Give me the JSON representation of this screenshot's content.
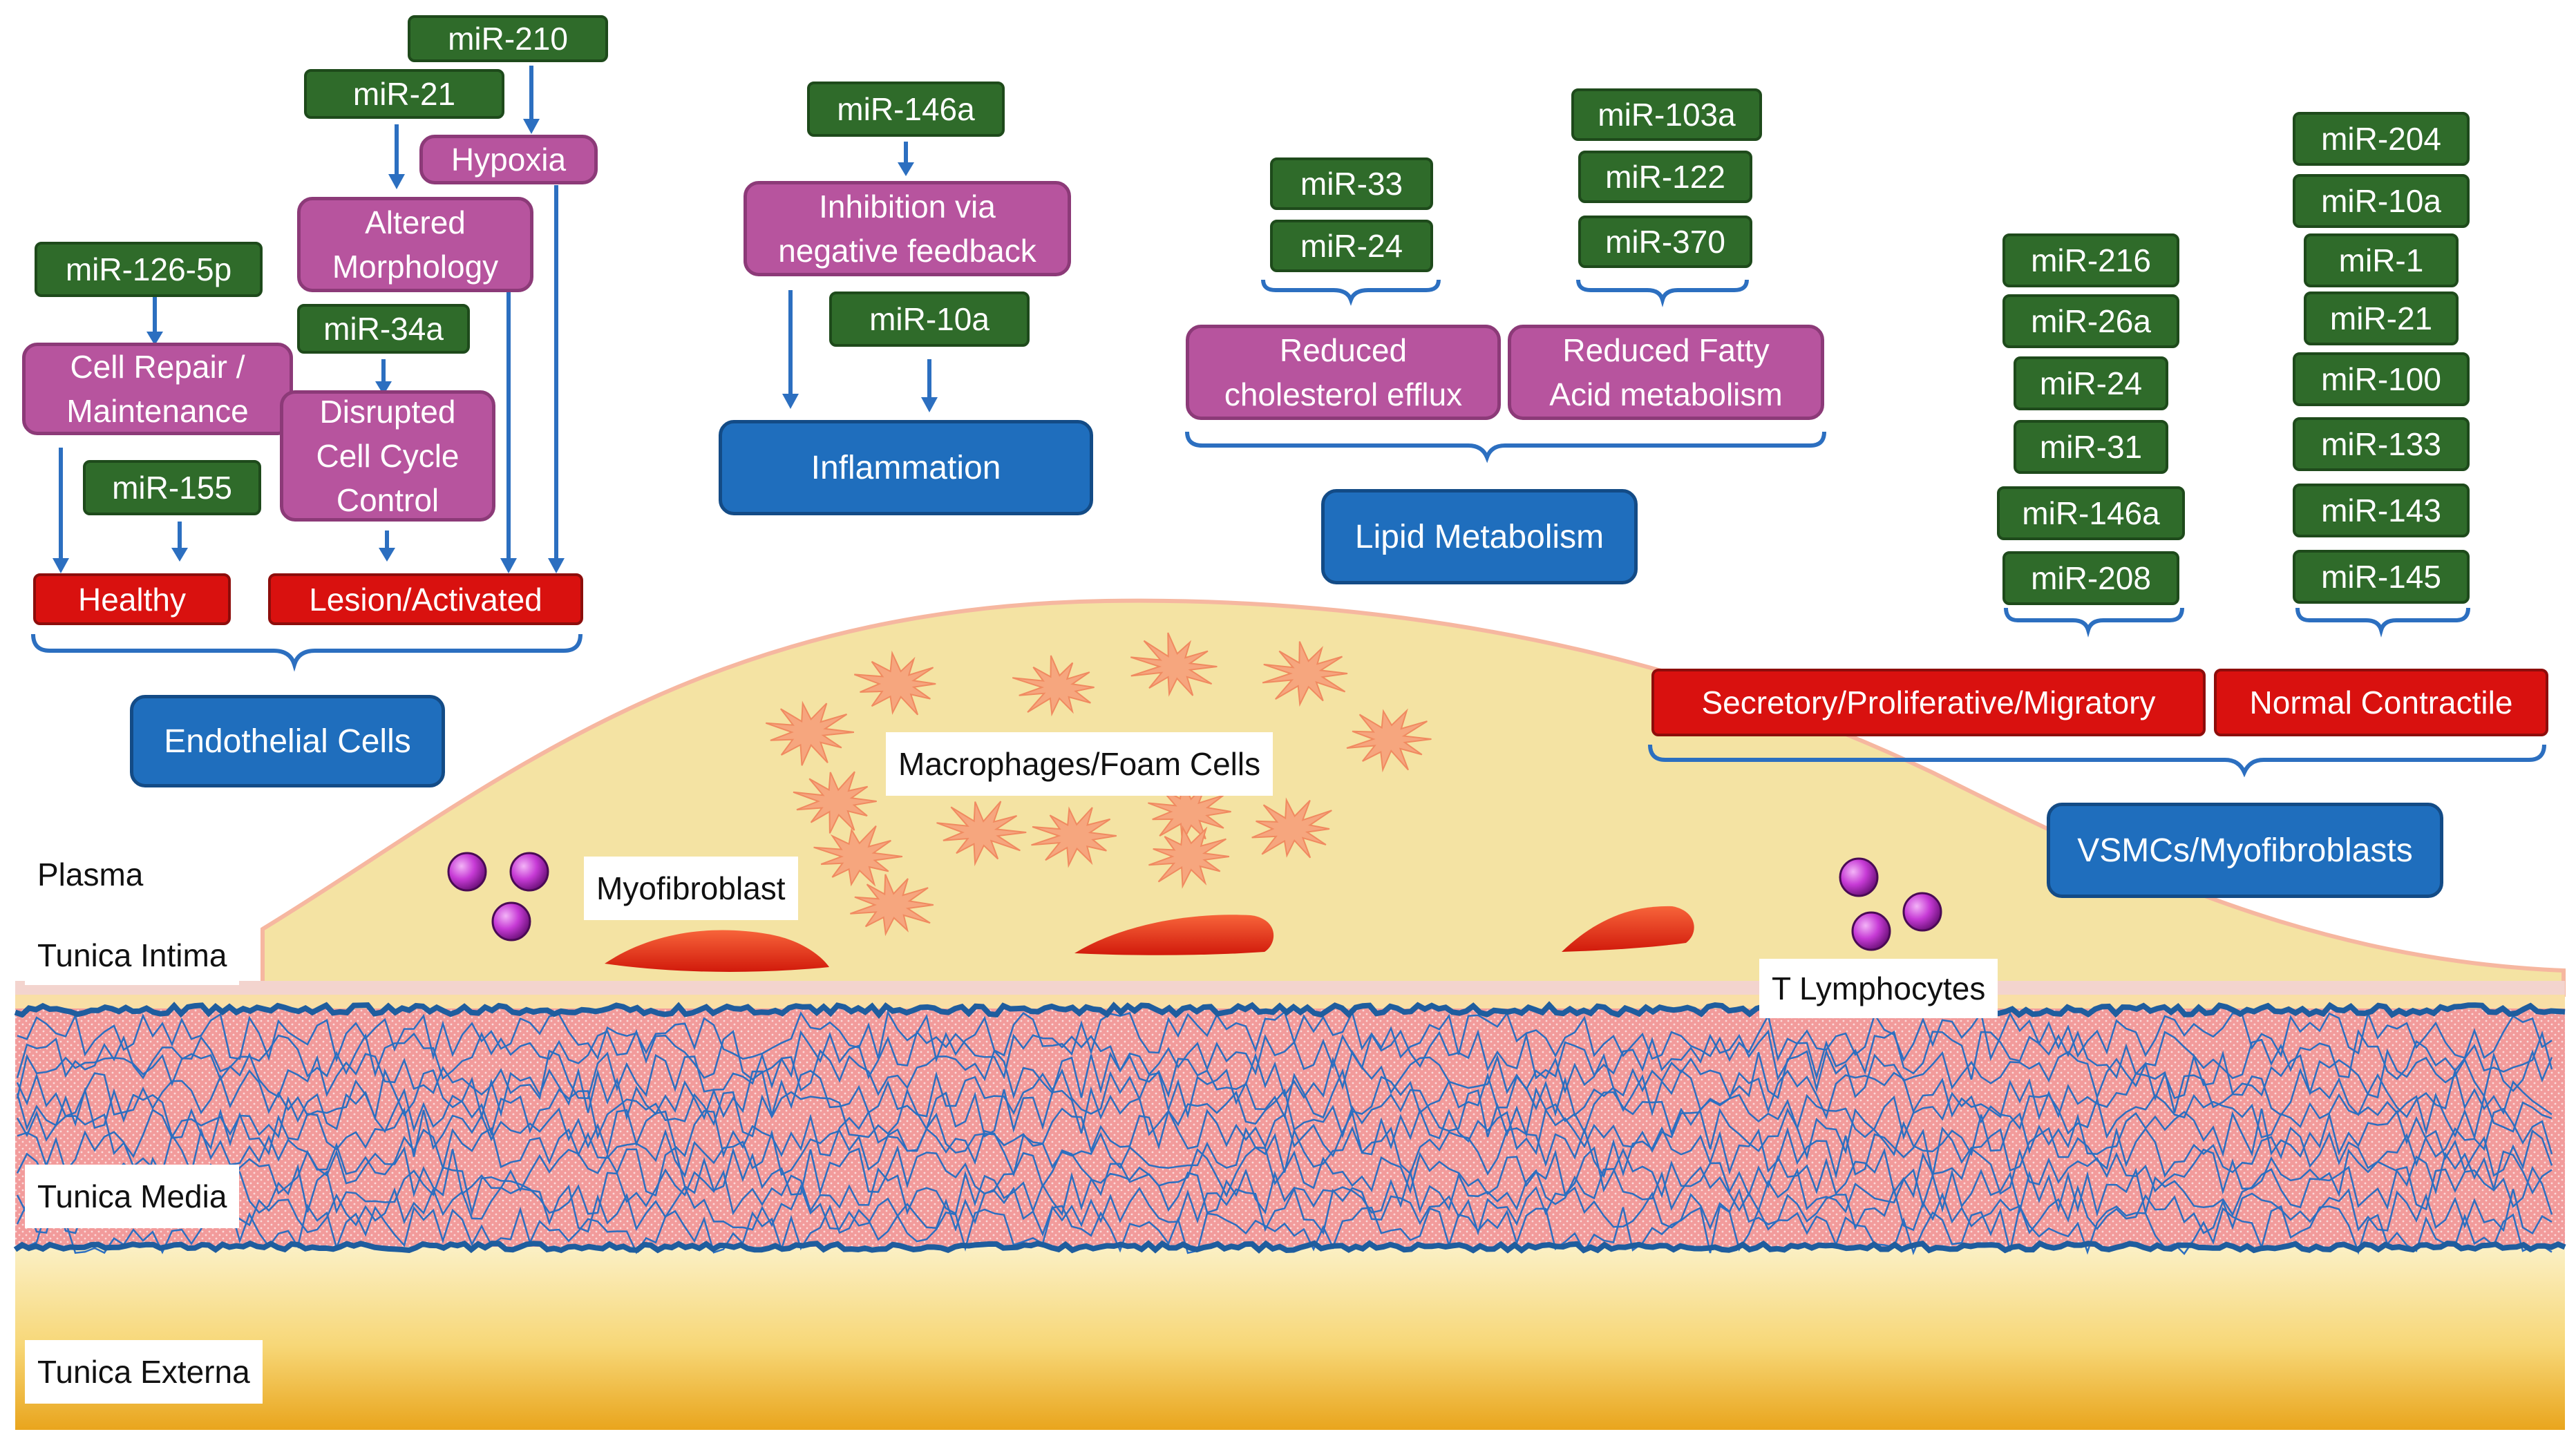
{
  "colors": {
    "mirna": "#2f6b2a",
    "process": "#b7549e",
    "state": "#d9110f",
    "category": "#1f6ebd",
    "arrow": "#2c6fc0",
    "plaque": "#f4e3a3",
    "media": "#f3a2a2",
    "externa": "#f5c24a"
  },
  "endothelial": {
    "mirnas": {
      "mir210": "miR-210",
      "mir21": "miR-21",
      "mir126": "miR-126-5p",
      "mir34a": "miR-34a",
      "mir155": "miR-155"
    },
    "processes": {
      "hypoxia": "Hypoxia",
      "morphology": "Altered\nMorphology",
      "repair": "Cell Repair /\nMaintenance",
      "cellcycle": "Disrupted\nCell Cycle\nControl"
    },
    "states": {
      "healthy": "Healthy",
      "lesion": "Lesion/Activated"
    },
    "category": "Endothelial Cells"
  },
  "inflammation": {
    "mirnas": {
      "mir146a": "miR-146a",
      "mir10a": "miR-10a"
    },
    "process": "Inhibition via\nnegative feedback",
    "category": "Inflammation"
  },
  "lipid": {
    "mirnas": {
      "mir33": "miR-33",
      "mir24": "miR-24",
      "mir103a": "miR-103a",
      "mir122": "miR-122",
      "mir370": "miR-370"
    },
    "processes": {
      "cholesterol": "Reduced\ncholesterol efflux",
      "fatty": "Reduced Fatty\nAcid metabolism"
    },
    "category": "Lipid Metabolism"
  },
  "vsmc": {
    "secretory_mirnas": [
      "miR-216",
      "miR-26a",
      "miR-24",
      "miR-31",
      "miR-146a",
      "miR-208"
    ],
    "contractile_mirnas": [
      "miR-204",
      "miR-10a",
      "miR-1",
      "miR-21",
      "miR-100",
      "miR-133",
      "miR-143",
      "miR-145"
    ],
    "states": {
      "secretory": "Secretory/Proliferative/Migratory",
      "contractile": "Normal Contractile"
    },
    "category": "VSMCs/Myofibroblasts"
  },
  "vessel": {
    "macrophages": "Macrophages/Foam Cells",
    "myofibroblast": "Myofibroblast",
    "tlymphocytes": "T Lymphocytes",
    "layers": {
      "plasma": "Plasma",
      "intima": "Tunica Intima",
      "media": "Tunica Media",
      "externa": "Tunica Externa"
    }
  }
}
